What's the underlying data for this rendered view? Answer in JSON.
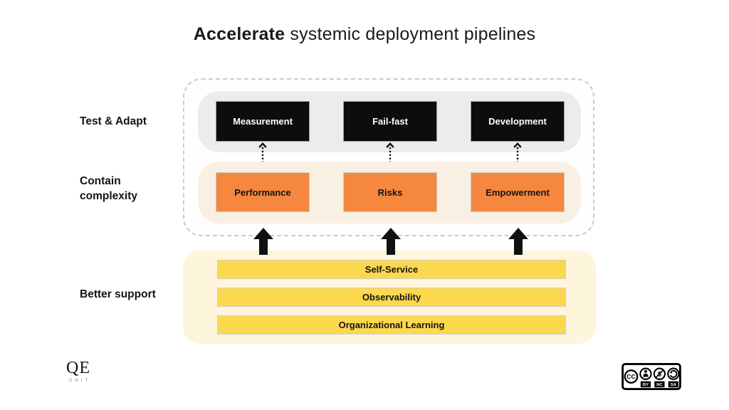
{
  "title": {
    "lead": "Accelerate",
    "rest": " systemic deployment pipelines"
  },
  "row_labels": {
    "row1": "Test & Adapt",
    "row2_line1": "Contain",
    "row2_line2": "complexity",
    "row3": "Better support"
  },
  "test_adapt_row": {
    "boxes": [
      "Measurement",
      "Fail-fast",
      "Development"
    ]
  },
  "contain_complexity_row": {
    "boxes": [
      "Performance",
      "Risks",
      "Empowerment"
    ]
  },
  "better_support_section": {
    "bars": [
      "Self-Service",
      "Observability",
      "Organizational Learning"
    ]
  },
  "logo": {
    "name": "QE",
    "subname": "UNIT"
  },
  "license_badge": {
    "cc_label": "CC",
    "labels": [
      "BY",
      "NC",
      "SA"
    ]
  },
  "colors": {
    "black_box": "#0d0d0d",
    "orange_box": "#f5873f",
    "orange_band": "#faefe3",
    "gray_band": "#ececec",
    "yellow_bar": "#fbd84e",
    "yellow_container": "#fdf5dc",
    "dashed_border": "#cbcbcb"
  }
}
